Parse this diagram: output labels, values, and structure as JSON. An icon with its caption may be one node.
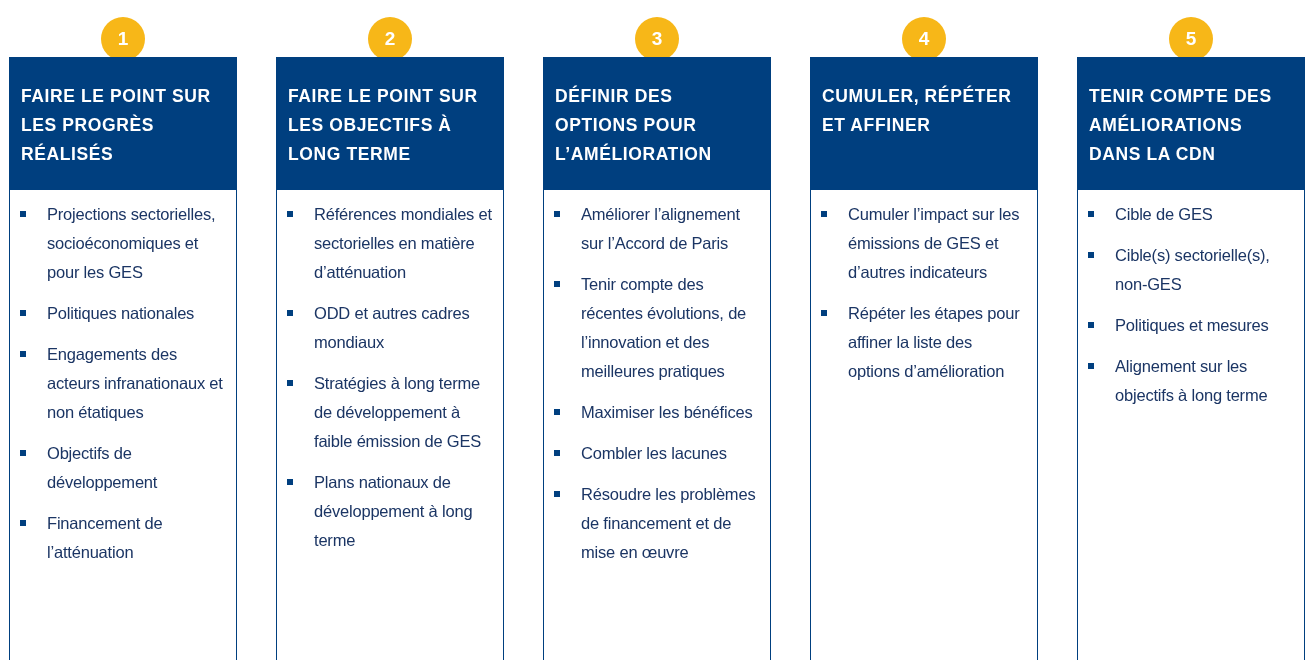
{
  "diagram": {
    "nodes": [
      {
        "text": [
          "1"
        ]
      },
      {
        "text": [
          "FAIRE LE POINT SUR LES PROGRÈS RÉALISÉS",
          "Projections sectorielles, socioéconomiques et pour les GES",
          "Politiques nationales",
          "Engagements des acteurs infranationaux et non étatiques",
          "Objectifs de développement",
          "Financement de l’atténuation"
        ]
      },
      {
        "text": [
          "2"
        ]
      },
      {
        "text": [
          "FAIRE LE POINT SUR LES OBJECTIFS À LONG TERME",
          "Références mondiales et sectorielles en matière d’atténuation",
          "ODD et autres cadres mondiaux",
          "Stratégies à long terme de développement à faible émission de GES",
          "Plans nationaux de développement à long terme"
        ]
      },
      {
        "text": [
          "3"
        ]
      },
      {
        "text": [
          "DÉFINIR DES OPTIONS POUR L’AMÉLIORATION",
          "Améliorer l’alignement sur l’Accord de Paris",
          "Tenir compte des récentes évolutions, de l’innovation et des meilleures pratiques",
          "Maximiser les bénéfices",
          "Combler les lacunes",
          "Résoudre les problèmes de financement et de mise en œuvre"
        ]
      },
      {
        "text": [
          "4"
        ]
      },
      {
        "text": [
          "CUMULER, RÉPÉTER ET AFFINER",
          "Cumuler l’impact sur les émissions de GES et d’autres indicateurs",
          "Répéter les étapes pour affiner la liste des options d’amélioration"
        ]
      },
      {
        "text": [
          "5"
        ]
      },
      {
        "text": [
          "TENIR COMPTE DES AMÉLIORATIONS DANS LA CDN",
          "Cible de GES",
          "Cible(s) sectorielle(s), non-GES",
          "Politiques et mesures",
          "Alignement sur les objectifs à long terme"
        ]
      }
    ]
  }
}
